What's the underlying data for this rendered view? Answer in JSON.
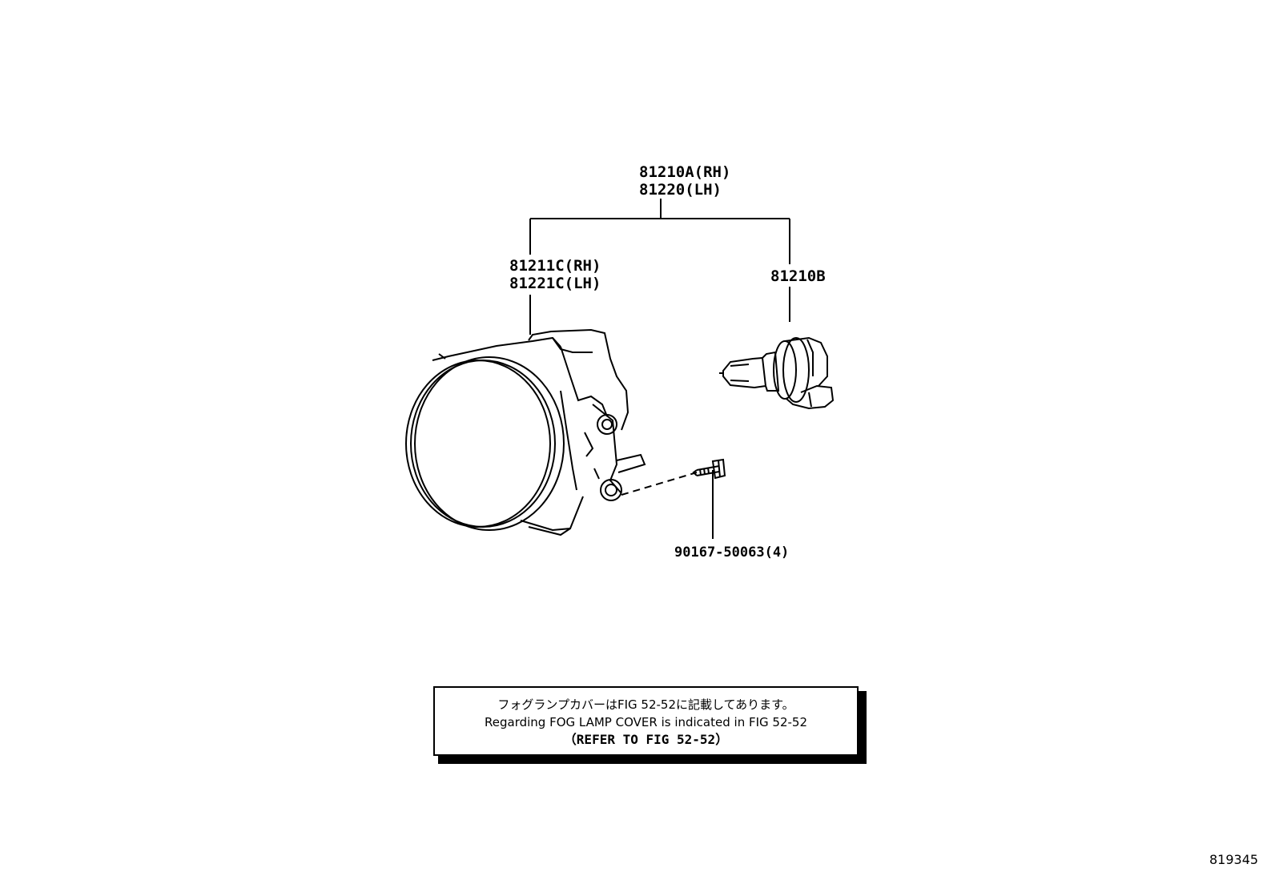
{
  "parts": {
    "assembly_rh": "81210A(RH)",
    "assembly_lh": "81220(LH)",
    "unit_rh": "81211C(RH)",
    "unit_lh": "81221C(LH)",
    "bulb": "81210B",
    "bolt": "90167-50063(4)"
  },
  "note": {
    "line1": "フォグランプカバーはFIG 52-52に記載してあります。",
    "line2": "Regarding FOG LAMP COVER is indicated in FIG 52-52",
    "line3": "（REFER TO FIG 52-52）"
  },
  "figure_number": "819345"
}
